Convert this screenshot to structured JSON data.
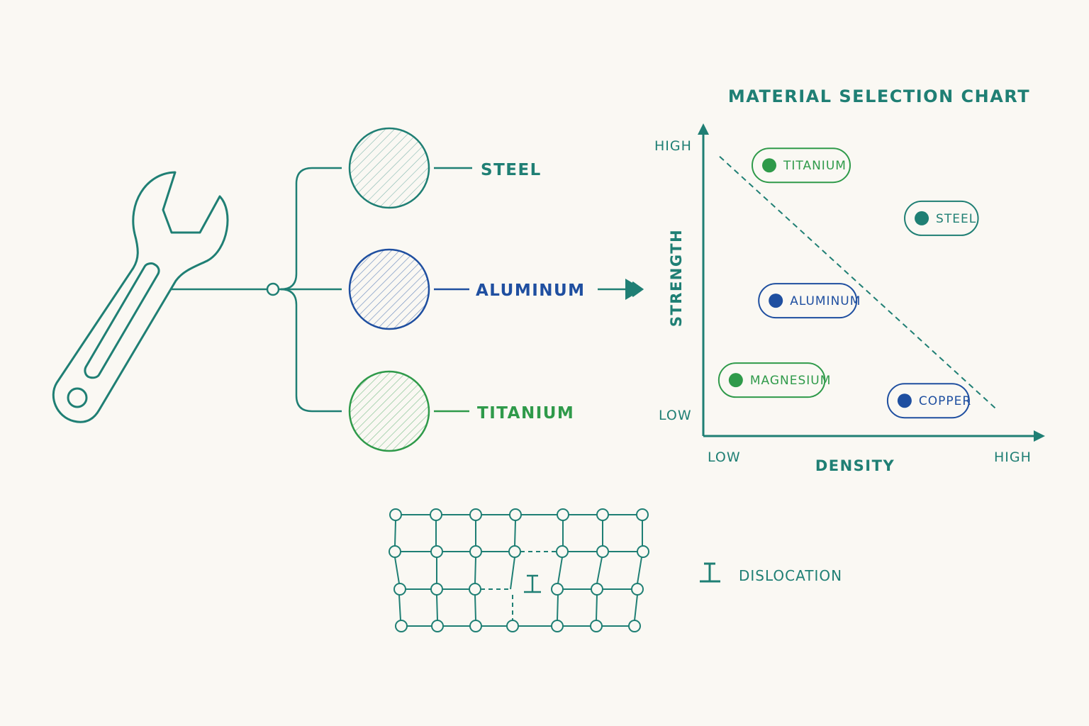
{
  "colors": {
    "teal": "#1f7f74",
    "blue": "#1f4fa0",
    "green": "#2f9a4a",
    "background": "#faf8f3"
  },
  "icons": {
    "tool": "wrench-icon",
    "dislocation": "dislocation-symbol-icon",
    "arrow": "arrow-right-icon"
  },
  "materials": [
    {
      "label": "STEEL",
      "color": "#1f7f74"
    },
    {
      "label": "ALUMINUM",
      "color": "#1f4fa0"
    },
    {
      "label": "TITANIUM",
      "color": "#2f9a4a"
    }
  ],
  "chart_data": {
    "type": "scatter",
    "title": "MATERIAL SELECTION CHART",
    "xlabel": "DENSITY",
    "ylabel": "STRENGTH",
    "x_ticks": [
      "LOW",
      "HIGH"
    ],
    "y_ticks": [
      "LOW",
      "HIGH"
    ],
    "xlim": [
      0,
      1
    ],
    "ylim": [
      0,
      1
    ],
    "grid": false,
    "points": [
      {
        "label": "TITANIUM",
        "x": 0.3,
        "y": 0.92,
        "color": "#2f9a4a"
      },
      {
        "label": "STEEL",
        "x": 0.73,
        "y": 0.74,
        "color": "#1f7f74"
      },
      {
        "label": "ALUMINUM",
        "x": 0.32,
        "y": 0.46,
        "color": "#1f4fa0"
      },
      {
        "label": "MAGNESIUM",
        "x": 0.21,
        "y": 0.19,
        "color": "#2f9a4a"
      },
      {
        "label": "COPPER",
        "x": 0.69,
        "y": 0.12,
        "color": "#1f4fa0"
      }
    ],
    "trend_line": {
      "style": "dashed",
      "from": [
        0.05,
        0.95
      ],
      "to": [
        0.9,
        0.09
      ]
    }
  },
  "legend": {
    "dislocation_symbol": "⊥",
    "dislocation_label": "DISLOCATION"
  }
}
